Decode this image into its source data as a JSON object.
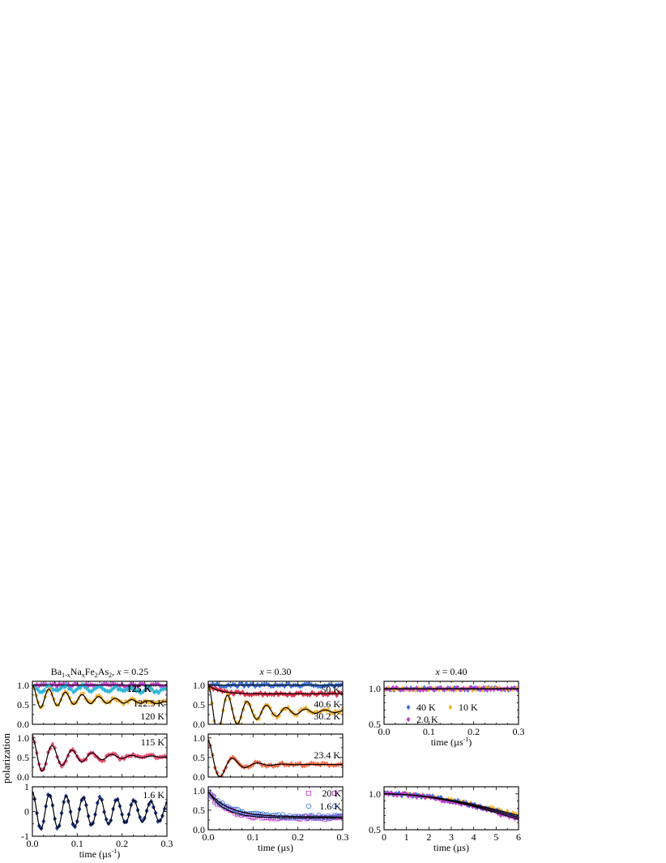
{
  "figure": {
    "ylabel": "polarization"
  },
  "colors": {
    "fit": "#000000",
    "blue": "#3a6fd8",
    "cyan": "#2fb6d6",
    "gold": "#f2b233",
    "magenta": "#c03ccf",
    "red": "#e0304a",
    "pink": "#ea4d72",
    "salmon": "#ee6a48",
    "navy": "#1f3a93",
    "violet": "#8a3fd8"
  },
  "chart_data": [
    {
      "id": "p025a",
      "type": "scatter",
      "title_parts": [
        "Ba",
        "1-x",
        "Na",
        "x",
        "Fe",
        "2",
        "As",
        "2",
        ", ",
        "x",
        " = 0.25"
      ],
      "xlim": [
        0,
        0.3
      ],
      "ylim": [
        0,
        1.1
      ],
      "xticks": [
        0.0,
        0.1,
        0.2,
        0.3
      ],
      "yticks": [
        0.0,
        0.5,
        1.0
      ],
      "yticklabels": [
        "0.0",
        "0.5",
        "1.0"
      ],
      "xticklabels": [],
      "xlabel": "",
      "series": [
        {
          "name": "125 K",
          "color": "magenta",
          "marker": "diamond",
          "model": {
            "type": "flat",
            "y0": 1.0
          }
        },
        {
          "name": "122.5 K",
          "color": "cyan",
          "marker": "diamond",
          "model": {
            "type": "osc",
            "A": 0.9,
            "amp": 0.08,
            "f": 27,
            "tau": 0.9,
            "rate": 0.15
          }
        },
        {
          "name": "120 K",
          "color": "gold",
          "marker": "diamond",
          "model": {
            "type": "damp",
            "asym": 0.7,
            "amp": 0.3,
            "f": 27,
            "tau": 0.12,
            "rate": 0.8
          }
        }
      ]
    },
    {
      "id": "p025b",
      "type": "scatter",
      "xlim": [
        0,
        0.3
      ],
      "ylim": [
        0,
        1.1
      ],
      "xticks": [
        0.0,
        0.1,
        0.2,
        0.3
      ],
      "yticks": [
        0.0,
        0.5,
        1.0
      ],
      "yticklabels": [
        "0.0",
        "0.5",
        "1.0"
      ],
      "xticklabels": [],
      "xlabel": "",
      "series": [
        {
          "name": "115 K",
          "color": "pink",
          "marker": "diamond",
          "model": {
            "type": "damp",
            "asym": 0.52,
            "amp": 0.48,
            "f": 22.5,
            "tau": 0.085,
            "rate": 0.0
          }
        }
      ]
    },
    {
      "id": "p025c",
      "type": "scatter",
      "xlim": [
        0,
        0.3
      ],
      "ylim": [
        -1,
        1
      ],
      "xticks": [
        0.0,
        0.1,
        0.2,
        0.3
      ],
      "yticks": [
        -1,
        0,
        1
      ],
      "yticklabels": [
        "-1",
        "0",
        "1"
      ],
      "xticklabels": [
        "0.0",
        "0.1",
        "0.2",
        "0.3"
      ],
      "xlabel_parts": [
        "time (µs",
        "-1",
        ")"
      ],
      "series": [
        {
          "name": "1.6 K",
          "color": "navy",
          "marker": "diamond",
          "model": {
            "type": "cosdamp",
            "amp": 0.75,
            "f": 26.5,
            "tau": 0.45
          }
        }
      ]
    },
    {
      "id": "p030a",
      "type": "scatter",
      "title": "x = 0.30",
      "xlim": [
        0,
        0.3
      ],
      "ylim": [
        0,
        1.1
      ],
      "xticks": [
        0.0,
        0.1,
        0.2,
        0.3
      ],
      "yticks": [
        0.0,
        0.5,
        1.0
      ],
      "yticklabels": [
        "0.0",
        "0.5",
        "1.0"
      ],
      "xticklabels": [],
      "xlabel": "",
      "series": [
        {
          "name": "50 K",
          "color": "blue",
          "marker": "diamond",
          "model": {
            "type": "flat",
            "y0": 1.0
          }
        },
        {
          "name": "40.6 K",
          "color": "red",
          "marker": "diamond",
          "model": {
            "type": "relax",
            "asym": 0.78,
            "amp": 0.22,
            "rate": 40
          }
        },
        {
          "name": "30.2 K",
          "color": "gold",
          "marker": "diamond",
          "model": {
            "type": "damp",
            "asym": 0.33,
            "amp": 0.67,
            "f": 23,
            "tau": 0.09,
            "rate": 0.0
          }
        }
      ]
    },
    {
      "id": "p030b",
      "type": "scatter",
      "xlim": [
        0,
        0.3
      ],
      "ylim": [
        0,
        1.1
      ],
      "xticks": [
        0.0,
        0.1,
        0.2,
        0.3
      ],
      "yticks": [
        0.0,
        0.5,
        1.0
      ],
      "yticklabels": [
        "0.0",
        "0.5",
        "1.0"
      ],
      "xticklabels": [],
      "xlabel": "",
      "series": [
        {
          "name": "23.4 K",
          "color": "salmon",
          "marker": "diamond",
          "model": {
            "type": "damp",
            "asym": 0.32,
            "amp": 0.62,
            "f": 18,
            "tau": 0.04,
            "rate": 0.0
          }
        }
      ]
    },
    {
      "id": "p030c",
      "type": "scatter",
      "xlim": [
        0,
        0.3
      ],
      "ylim": [
        0,
        1.1
      ],
      "xticks": [
        0.0,
        0.1,
        0.2,
        0.3
      ],
      "yticks": [
        0.0,
        0.5,
        1.0
      ],
      "yticklabels": [
        "0.0",
        "0.5",
        "1.0"
      ],
      "xticklabels": [
        "0.0",
        "0.1",
        "0.2",
        "0.3"
      ],
      "xlabel": "time (µs)",
      "legend": "top-right",
      "series": [
        {
          "name": "20 K",
          "color": "magenta",
          "marker": "open-square",
          "model": {
            "type": "relax",
            "asym": 0.3,
            "amp": 0.68,
            "rate": 28
          }
        },
        {
          "name": "1.6 K",
          "color": "blue",
          "marker": "open-circle",
          "model": {
            "type": "relax",
            "asym": 0.33,
            "amp": 0.65,
            "rate": 22
          }
        }
      ]
    },
    {
      "id": "p040a",
      "type": "scatter",
      "title": "x = 0.40",
      "xlim": [
        0,
        0.3
      ],
      "ylim": [
        0.5,
        1.1
      ],
      "xticks": [
        0.0,
        0.1,
        0.2,
        0.3
      ],
      "yticks": [
        0.5,
        1.0
      ],
      "yticklabels": [
        "0.5",
        "1.0"
      ],
      "xticklabels": [
        "0.0",
        "0.1",
        "0.2",
        "0.3"
      ],
      "xlabel_parts": [
        "time (µs",
        "-1",
        ")"
      ],
      "legend": "lower-left",
      "series": [
        {
          "name": "40 K",
          "color": "blue",
          "marker": "diamond",
          "model": {
            "type": "flat",
            "y0": 0.995
          }
        },
        {
          "name": "10 K",
          "color": "gold",
          "marker": "diamond",
          "model": {
            "type": "flat",
            "y0": 0.995
          }
        },
        {
          "name": "2.0 K",
          "color": "magenta",
          "marker": "diamond",
          "model": {
            "type": "flat",
            "y0": 0.995
          }
        }
      ]
    },
    {
      "id": "p040c",
      "type": "scatter",
      "xlim": [
        0,
        6
      ],
      "ylim": [
        0.5,
        1.1
      ],
      "xticks": [
        0,
        1,
        2,
        3,
        4,
        5,
        6
      ],
      "yticks": [
        0.5,
        1.0
      ],
      "yticklabels": [
        "0.5",
        "1.0"
      ],
      "xticklabels": [
        "0",
        "1",
        "2",
        "3",
        "4",
        "5",
        "6"
      ],
      "xlabel": "time (µs)",
      "series": [
        {
          "name": "40 K",
          "color": "gold",
          "marker": "diamond",
          "model": {
            "type": "gauss",
            "sigma": 0.1
          }
        },
        {
          "name": "10 K",
          "color": "blue",
          "marker": "diamond",
          "model": {
            "type": "gauss",
            "sigma": 0.105
          }
        },
        {
          "name": "2.0 K",
          "color": "magenta",
          "marker": "diamond",
          "model": {
            "type": "gauss",
            "sigma": 0.11
          }
        }
      ]
    }
  ]
}
